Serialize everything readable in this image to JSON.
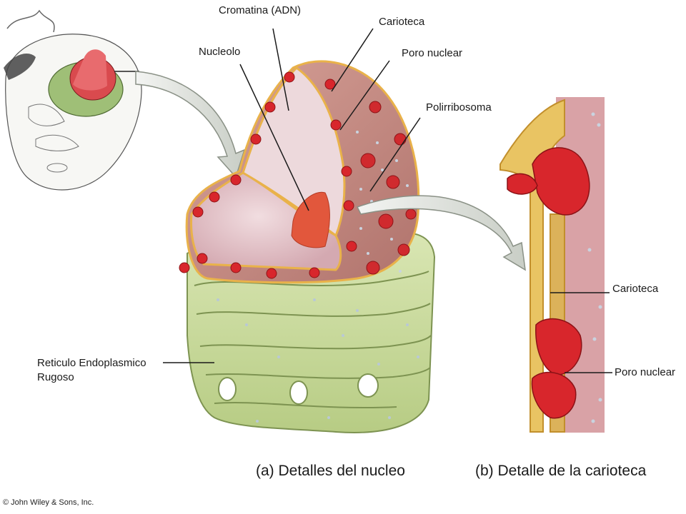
{
  "labels": {
    "cromatina": "Cromatina (ADN)",
    "nucleolo": "Nucleolo",
    "carioteca": "Carioteca",
    "poro_nuclear": "Poro nuclear",
    "polirribosoma": "Polirribosoma",
    "reticulo_line1": "Reticulo Endoplasmico",
    "reticulo_line2": "Rugoso",
    "carioteca_detail": "Carioteca",
    "poro_nuclear_detail": "Poro nuclear"
  },
  "captions": {
    "a": "(a) Detalles del nucleo",
    "b": "(b) Detalle de la carioteca"
  },
  "copyright": "© John Wiley & Sons, Inc.",
  "colors": {
    "nucleoplasm": "#e6c7c9",
    "envelope": "#d99a8e",
    "pore": "#d8262c",
    "nucleolus": "#e2573c",
    "er": "#cbd9a3",
    "er_dark": "#9fb46a",
    "membrane_yellow": "#e9c463",
    "arrow": "#d8dcd6"
  }
}
